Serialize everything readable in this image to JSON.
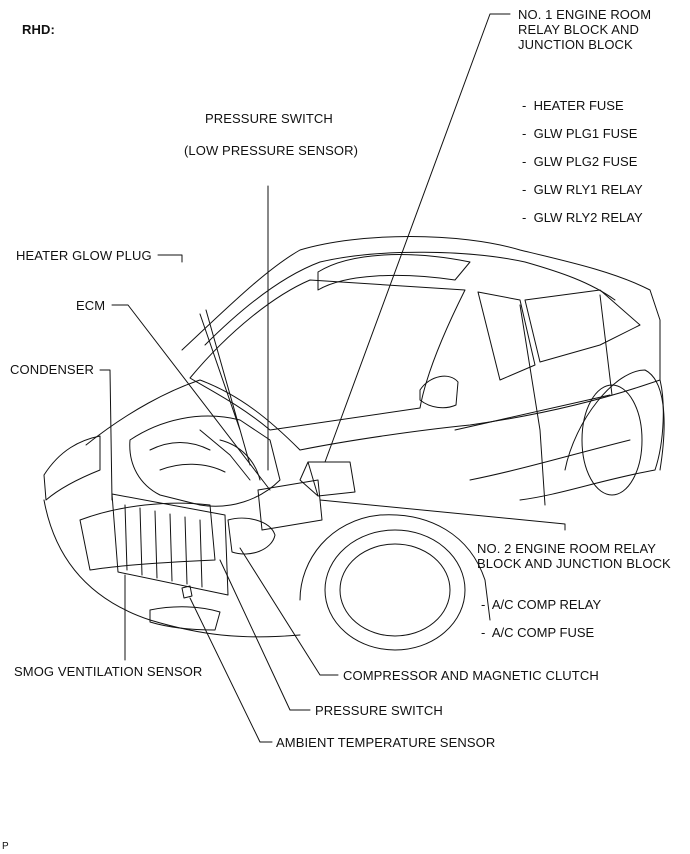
{
  "header": {
    "variant": "RHD:"
  },
  "labels": {
    "relay_block_1": [
      "NO. 1 ENGINE ROOM",
      "RELAY BLOCK AND",
      "JUNCTION BLOCK"
    ],
    "pressure_switch_top": "PRESSURE SWITCH",
    "low_pressure_sensor": "(LOW PRESSURE SENSOR)",
    "heater_glow_plug": "HEATER GLOW PLUG",
    "ecm": "ECM",
    "condenser": "CONDENSER",
    "relay_block_2": [
      "NO. 2 ENGINE ROOM RELAY",
      "BLOCK AND JUNCTION BLOCK"
    ],
    "smog_sensor": "SMOG VENTILATION SENSOR",
    "compressor": "COMPRESSOR AND MAGNETIC CLUTCH",
    "pressure_switch_bottom": "PRESSURE SWITCH",
    "ambient_sensor": "AMBIENT TEMPERATURE SENSOR"
  },
  "block1_items": [
    "HEATER FUSE",
    "GLW PLG1 FUSE",
    "GLW PLG2 FUSE",
    "GLW RLY1 RELAY",
    "GLW RLY2 RELAY"
  ],
  "block2_items": [
    "A/C COMP RELAY",
    "A/C COMP FUSE"
  ],
  "item_prefix": "-",
  "footer": {
    "code": "P"
  },
  "colors": {
    "line": "#111111",
    "background": "#ffffff"
  }
}
